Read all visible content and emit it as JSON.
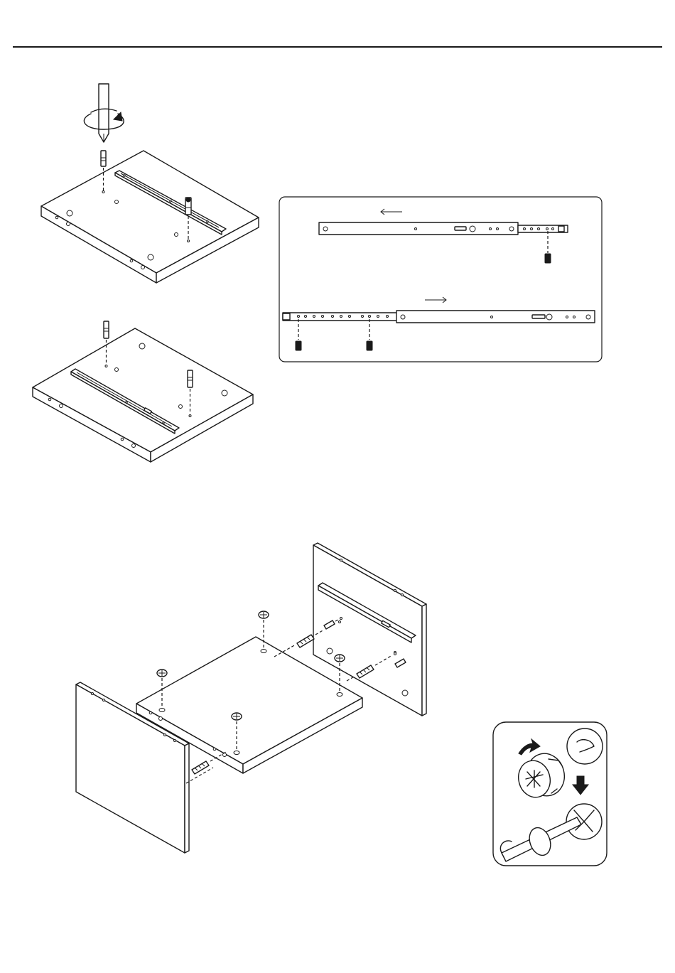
{
  "page": {
    "background": "#ffffff",
    "line_color": "#1a1a1a"
  },
  "steps": [
    {
      "name": "attach-cam-bolts-and-drawer-slides",
      "panels": 2
    },
    {
      "name": "slide-mounting-detail",
      "slides": 2
    },
    {
      "name": "assemble-carcass"
    },
    {
      "name": "cam-lock-detail"
    }
  ],
  "icons": [
    "screwdriver-icon",
    "rotation-arrow-icon",
    "cam-bolt-icon",
    "drawer-slide-icon",
    "screw-icon",
    "wooden-dowel-icon",
    "cam-lock-icon",
    "direction-arrow-icon"
  ]
}
